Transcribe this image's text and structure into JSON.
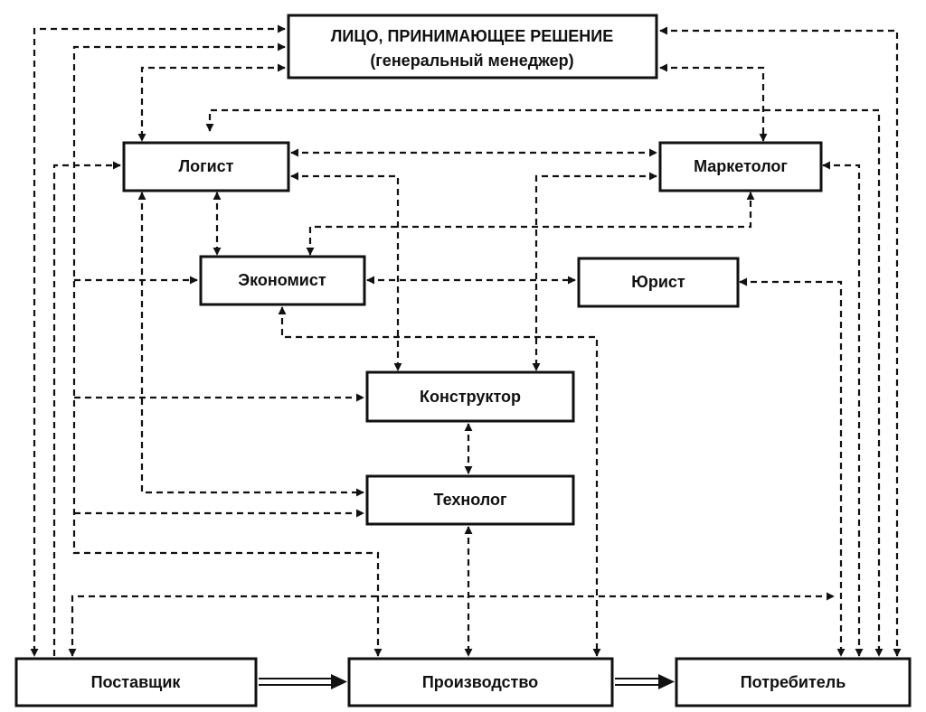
{
  "diagram": {
    "nodes": {
      "decision_maker": {
        "line1": "ЛИЦО, ПРИНИМАЮЩЕЕ РЕШЕНИЕ",
        "line2": "(генеральный менеджер)"
      },
      "logist": "Логист",
      "marketer": "Маркетолог",
      "economist": "Экономист",
      "lawyer": "Юрист",
      "designer": "Конструктор",
      "technologist": "Технолог",
      "supplier": "Поставщик",
      "production": "Производство",
      "consumer": "Потребитель"
    },
    "colors": {
      "line": "#111111",
      "background": "#ffffff"
    }
  }
}
